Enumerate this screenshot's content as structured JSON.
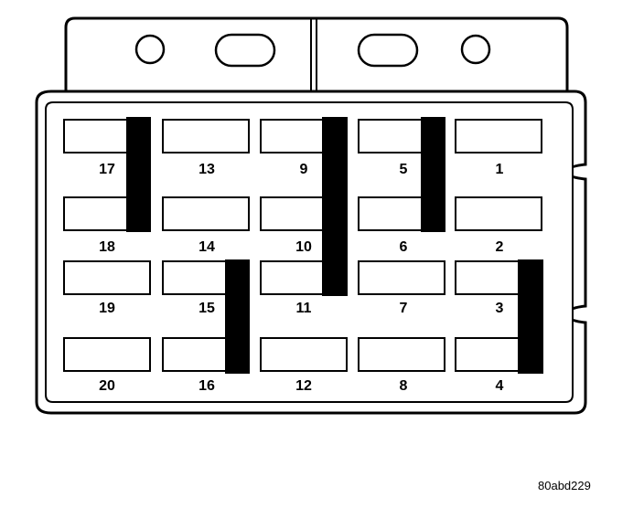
{
  "colors": {
    "line": "#000000",
    "background": "#ffffff",
    "jumper": "#000000"
  },
  "fuses": [
    {
      "label": "17"
    },
    {
      "label": "13"
    },
    {
      "label": "9"
    },
    {
      "label": "5"
    },
    {
      "label": "1"
    },
    {
      "label": "18"
    },
    {
      "label": "14"
    },
    {
      "label": "10"
    },
    {
      "label": "6"
    },
    {
      "label": "2"
    },
    {
      "label": "19"
    },
    {
      "label": "15"
    },
    {
      "label": "11"
    },
    {
      "label": "7"
    },
    {
      "label": "3"
    },
    {
      "label": "20"
    },
    {
      "label": "16"
    },
    {
      "label": "12"
    },
    {
      "label": "8"
    },
    {
      "label": "4"
    }
  ],
  "reference_code": "80abd229"
}
